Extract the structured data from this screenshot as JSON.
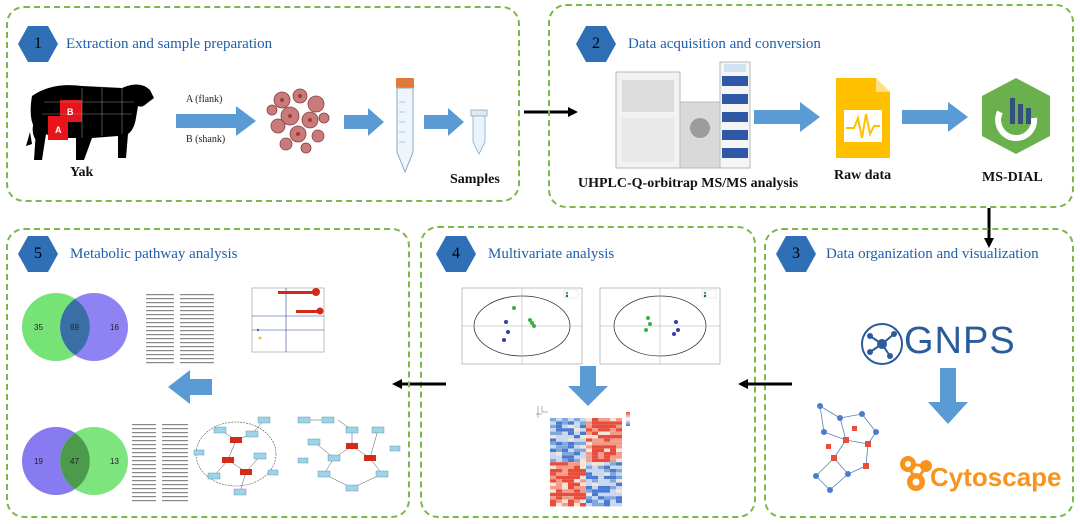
{
  "panels": [
    {
      "number": "1",
      "title": "Extraction and sample preparation"
    },
    {
      "number": "2",
      "title": "Data acquisition and conversion"
    },
    {
      "number": "3",
      "title": "Data organization and visualization"
    },
    {
      "number": "4",
      "title": "Multivariate analysis"
    },
    {
      "number": "5",
      "title": "Metabolic pathway analysis"
    }
  ],
  "panel1": {
    "yak_label": "Yak",
    "cut_a": "A",
    "cut_b": "B",
    "flank_label": "A  (flank)",
    "shank_label": "B  (shank)",
    "samples_label": "Samples"
  },
  "panel2": {
    "instrument_label": "UHPLC-Q-orbitrap MS/MS analysis",
    "raw_label": "Raw  data",
    "msdial_label": "MS-DIAL"
  },
  "panel3": {
    "gnps_text": "GNPS",
    "cytoscape_text": "Cytoscape"
  },
  "panel5": {
    "venn1": {
      "left": "35",
      "mid": "69",
      "right": "16"
    },
    "venn2": {
      "left": "19",
      "mid": "47",
      "right": "13"
    }
  },
  "colors": {
    "panel_border": "#7bb84a",
    "hexagon": "#2f6fb5",
    "title": "#1f5fa8",
    "arrow_blue": "#5b9bd5",
    "venn_green": "#66e066",
    "venn_purple": "#7b6cf0",
    "raw_yellow": "#ffc000",
    "msdial_green": "#6ab04c",
    "cytoscape_orange": "#f7941d"
  }
}
